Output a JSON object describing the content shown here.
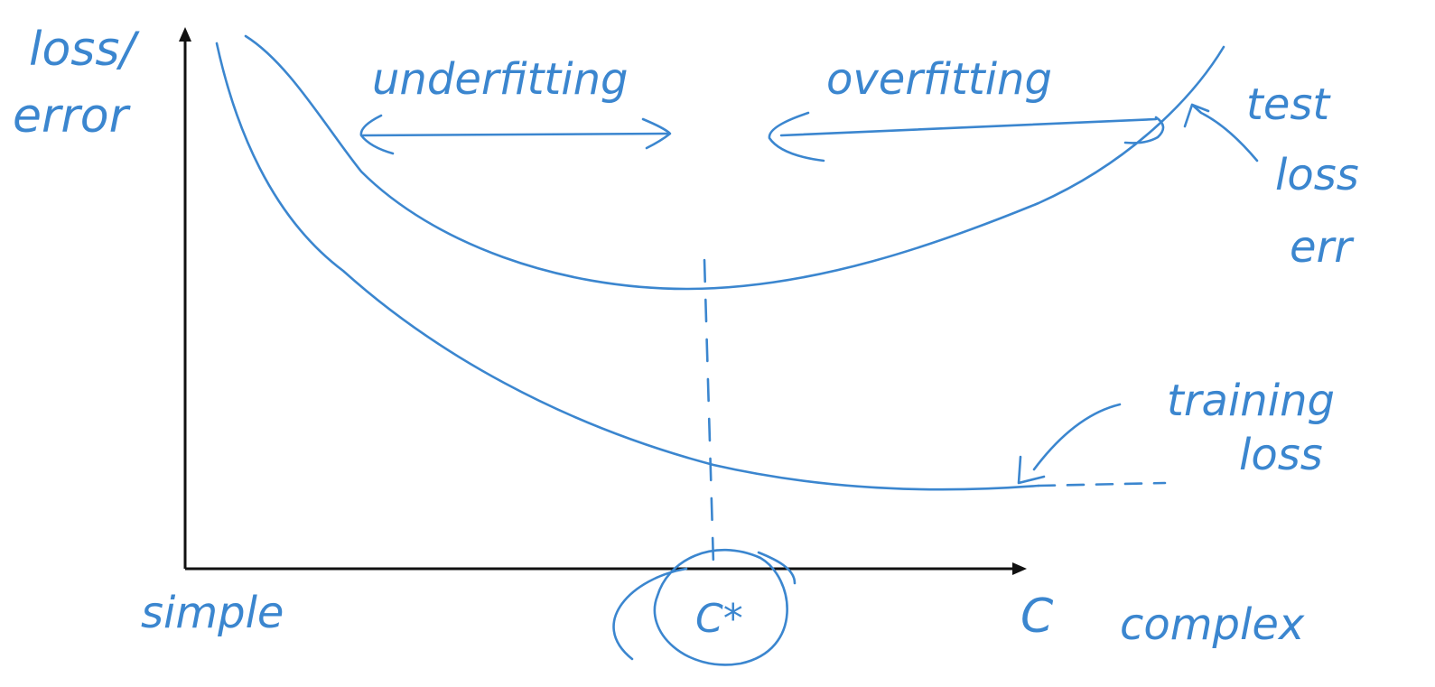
{
  "axes": {
    "y_label_line1": "loss/",
    "y_label_line2": "error",
    "x_label_left": "simple",
    "x_label_right": "complex",
    "x_tick_c": "C"
  },
  "regions": {
    "left": "underfitting",
    "right": "overfitting"
  },
  "curves": {
    "test_line1": "test",
    "test_line2": "loss",
    "test_line3": "err",
    "training_line1": "training",
    "training_line2": "loss"
  },
  "optimum": {
    "label": "C*"
  },
  "colors": {
    "ink": "#3b86cf",
    "axes": "#111111",
    "background": "#ffffff"
  }
}
